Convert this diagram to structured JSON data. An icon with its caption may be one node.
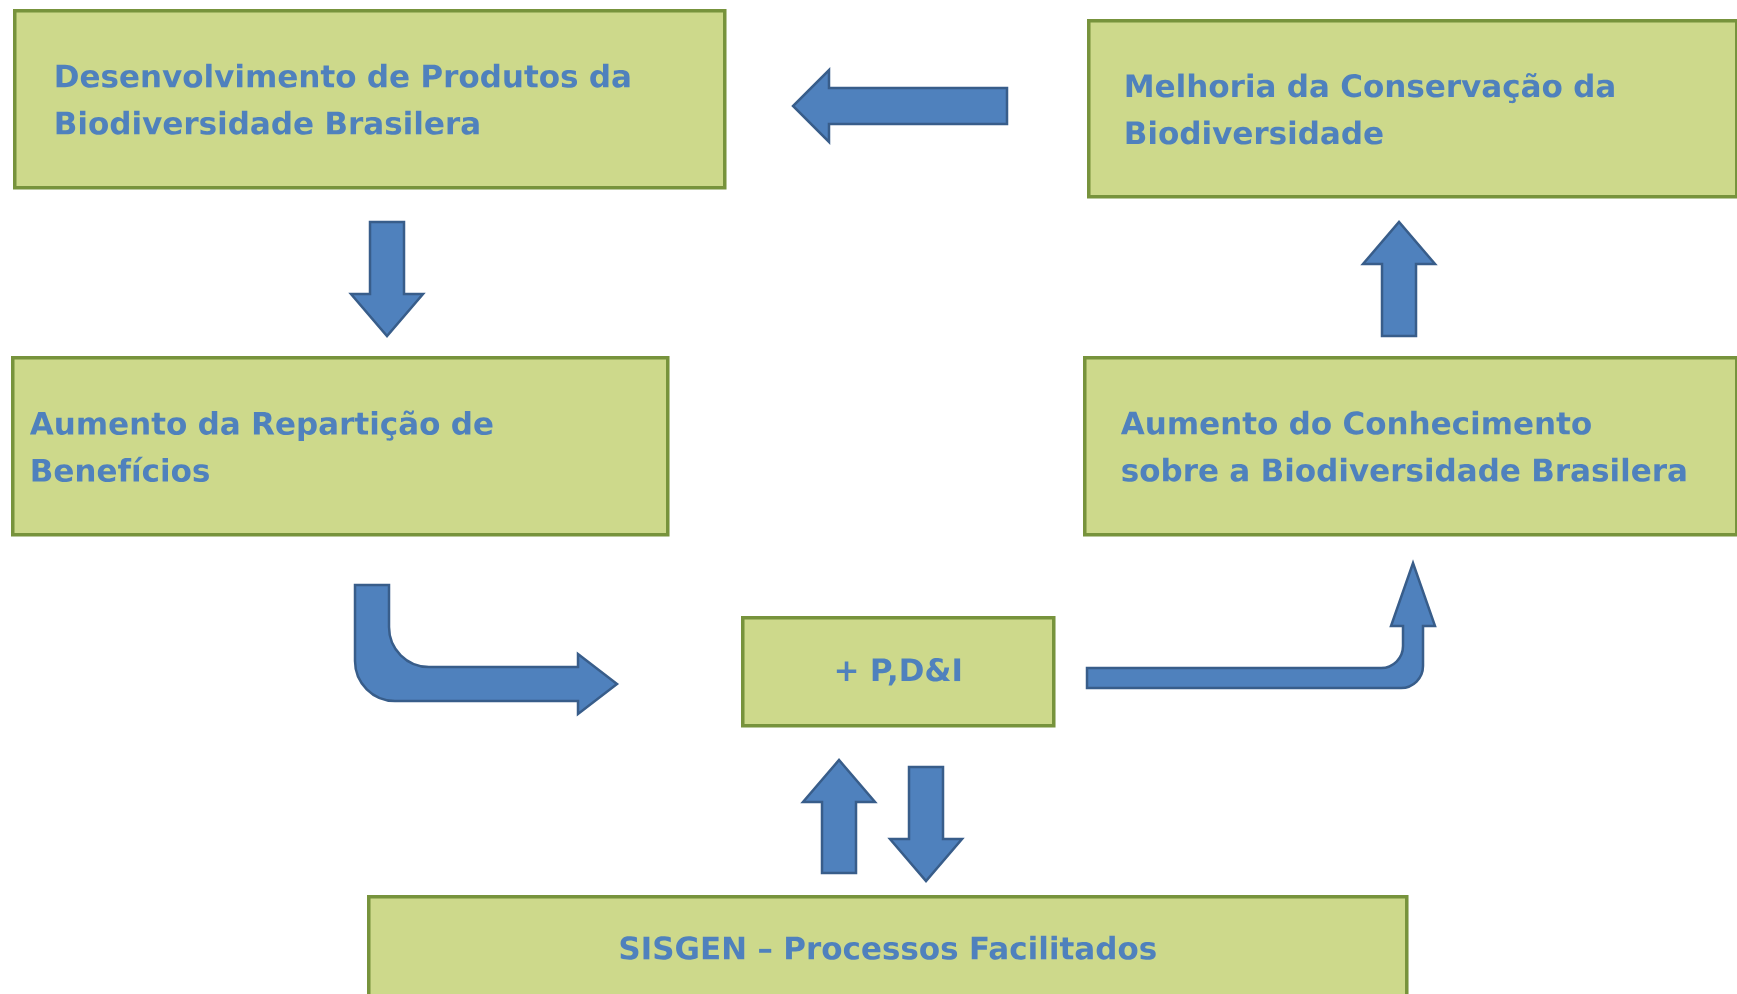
{
  "diagram": {
    "nodes": [
      {
        "text": [
          "Desenvolvimento de Produtos da Biodiversidade Brasilera"
        ]
      },
      {
        "text": [
          "Melhoria da Conservação da Biodiversidade"
        ]
      },
      {
        "text": [
          "Aumento da Repartição de Benefícios"
        ]
      },
      {
        "text": [
          "Aumento do Conhecimento sobre a Biodiversidade Brasilera"
        ]
      },
      {
        "text": [
          "+ P,D&I"
        ]
      },
      {
        "text": [
          "SISGEN – Processos Facilitados"
        ]
      }
    ],
    "edges": [
      {
        "from": 1,
        "to": 0,
        "arrow": "to"
      },
      {
        "from": 0,
        "to": 2,
        "arrow": "to"
      },
      {
        "from": 2,
        "to": 4,
        "arrow": "to"
      },
      {
        "from": 4,
        "to": 3,
        "arrow": "to"
      },
      {
        "from": 3,
        "to": 1,
        "arrow": "to"
      },
      {
        "from": 5,
        "to": 4,
        "arrow": "to"
      },
      {
        "from": 4,
        "to": 5,
        "arrow": "to"
      }
    ]
  }
}
